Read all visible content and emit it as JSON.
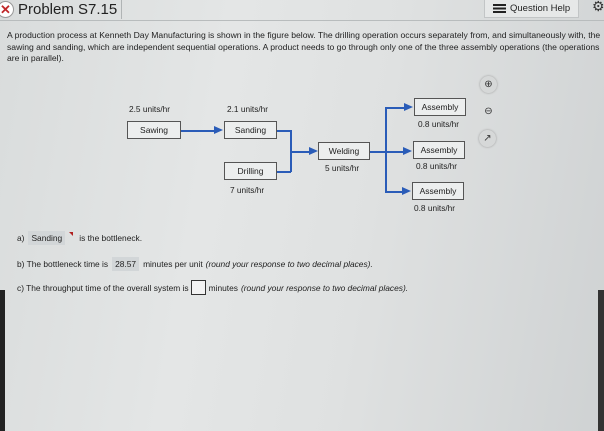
{
  "header": {
    "title": "Problem S7.15",
    "question_help_label": "Question Help",
    "icons": {
      "status": "x-circle-icon",
      "help": "list-icon",
      "settings": "gear-icon"
    }
  },
  "intro_text": "A production process at Kenneth Day Manufacturing is shown in the figure below. The drilling operation occurs separately from, and simultaneously with, the sawing and sanding, which are independent sequential operations. A product needs to go through only one of the three assembly operations (the operations are in parallel).",
  "diagram": {
    "sawing": {
      "label": "Sawing",
      "rate": "2.5 units/hr"
    },
    "sanding": {
      "label": "Sanding",
      "rate": "2.1 units/hr"
    },
    "drilling": {
      "label": "Drilling",
      "rate": "7 units/hr"
    },
    "welding": {
      "label": "Welding",
      "rate": "5 units/hr"
    },
    "assembly": [
      {
        "label": "Assembly",
        "rate": "0.8 units/hr"
      },
      {
        "label": "Assembly",
        "rate": "0.8 units/hr"
      },
      {
        "label": "Assembly",
        "rate": "0.8 units/hr"
      }
    ],
    "tools": [
      "zoom-in-icon",
      "zoom-out-icon",
      "popout-icon"
    ]
  },
  "questions": {
    "a": {
      "prefix": "a)",
      "answer": "Sanding",
      "suffix": "is the bottleneck."
    },
    "b": {
      "prefix": "b) The bottleneck time is",
      "answer": "28.57",
      "suffix": "minutes per unit",
      "hint": "(round your response to two decimal places)."
    },
    "c": {
      "prefix": "c) The throughput time of the overall system is",
      "answer": "",
      "suffix": "minutes",
      "hint": "(round your response to two decimal places)."
    }
  },
  "colors": {
    "arrow": "#2a5cb8",
    "error_x": "#c0282a",
    "answer_bg": "#d2d6d8"
  }
}
